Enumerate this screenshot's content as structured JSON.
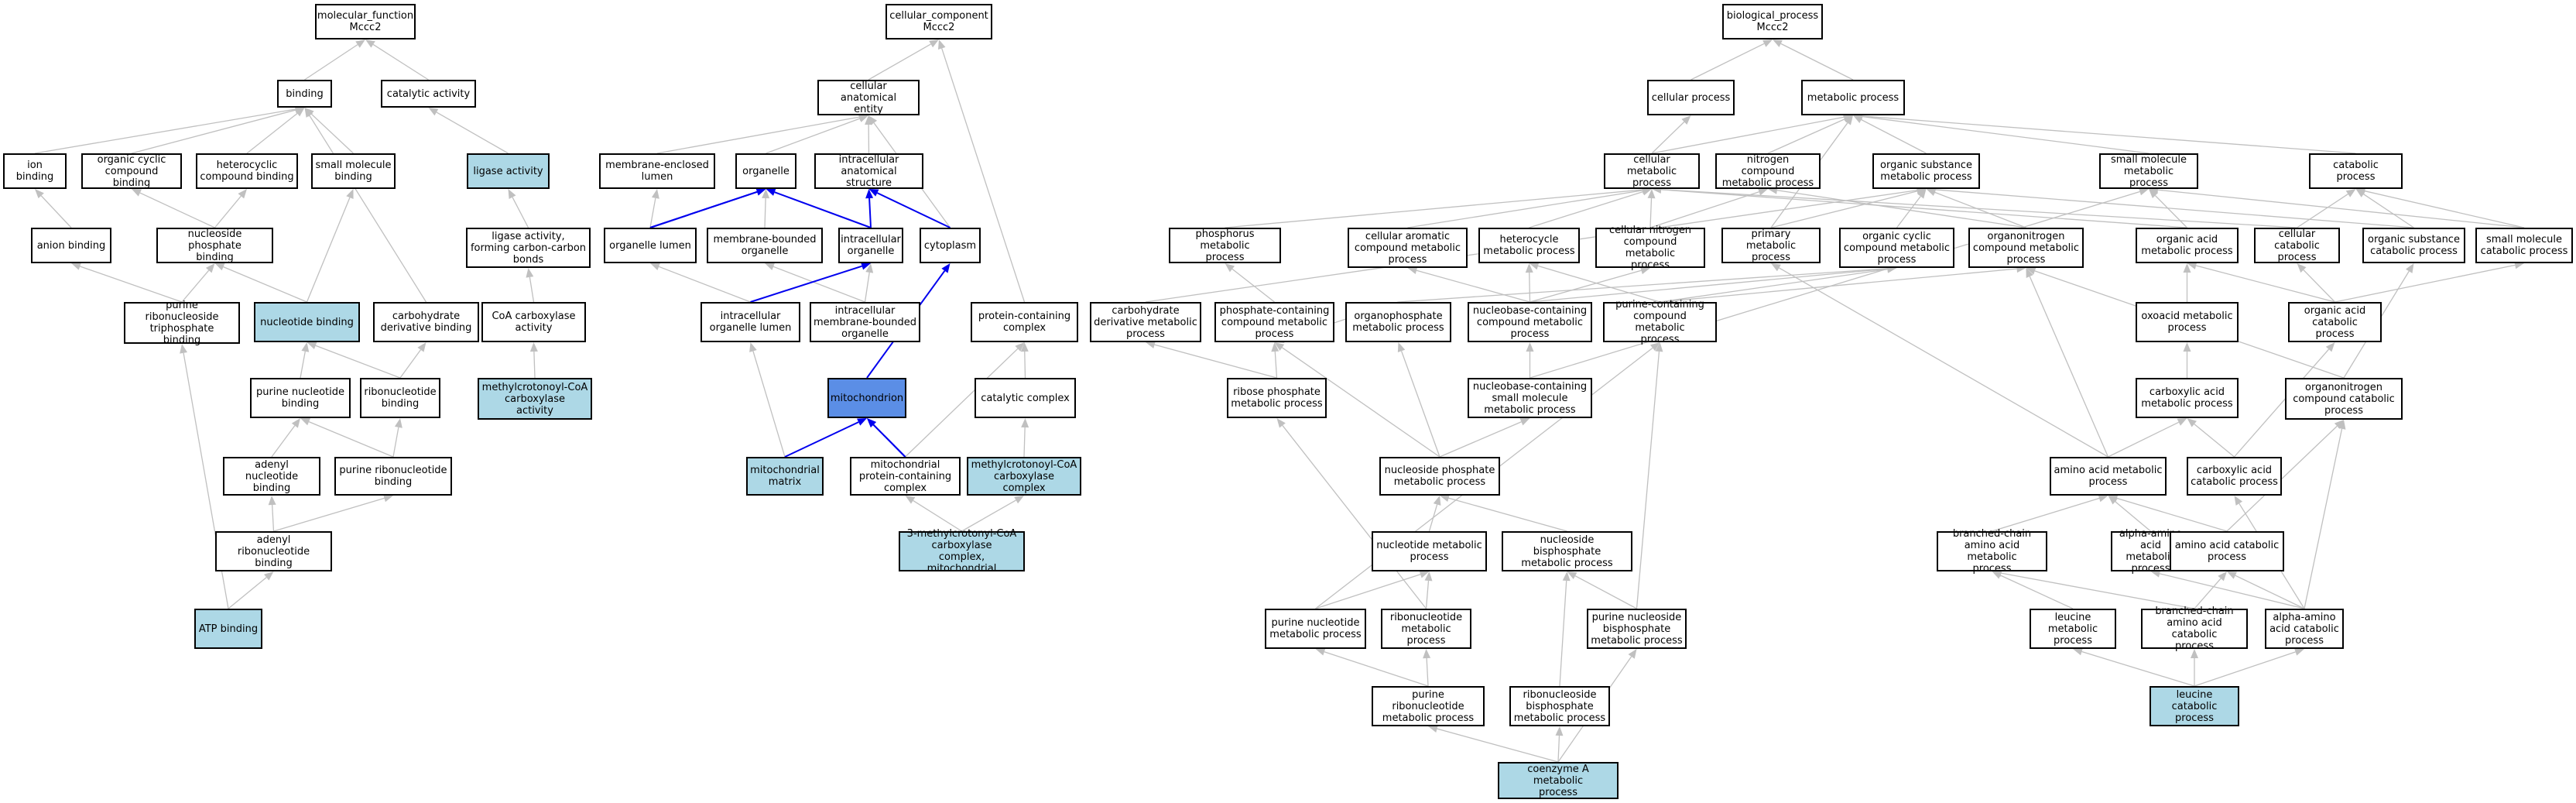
{
  "colors": {
    "node_fill": "#ffffff",
    "highlight_fill": "#add8e6",
    "focus_fill": "#5b8ee6",
    "edge_gray": "#c0c0c0",
    "edge_blue": "#0000ee"
  },
  "nodes": {
    "mf_root": "molecular_function\nMccc2",
    "binding": "binding",
    "catalytic": "catalytic activity",
    "ion": "ion binding",
    "ocyc": "organic cyclic\ncompound binding",
    "hetcyc": "heterocyclic\ncompound binding",
    "smallmol": "small molecule\nbinding",
    "ligase": "ligase activity",
    "anion": "anion binding",
    "nucphos": "nucleoside phosphate\nbinding",
    "ligasecc": "ligase activity,\nforming carbon-carbon\nbonds",
    "prtriph": "purine ribonucleoside\ntriphosphate\nbinding",
    "nucbind": "nucleotide binding",
    "carbobind": "carbohydrate\nderivative binding",
    "coacarb": "CoA carboxylase\nactivity",
    "purnuc": "purine nucleotide\nbinding",
    "ribonuc": "ribonucleotide\nbinding",
    "mccact": "methylcrotonoyl-CoA\ncarboxylase\nactivity",
    "adenylnuc": "adenyl nucleotide\nbinding",
    "purribo": "purine ribonucleotide\nbinding",
    "adenylribo": "adenyl ribonucleotide\nbinding",
    "atp": "ATP binding",
    "cc_root": "cellular_component\nMccc2",
    "cae": "cellular anatomical\nentity",
    "mel": "membrane-enclosed\nlumen",
    "organelle": "organelle",
    "ias": "intracellular\nanatomical structure",
    "orglumen": "organelle lumen",
    "mbo": "membrane-bounded\norganelle",
    "intorg": "intracellular\norganelle",
    "cytoplasm": "cytoplasm",
    "iol": "intracellular\norganelle lumen",
    "imbo": "intracellular\nmembrane-bounded\norganelle",
    "pcc": "protein-containing\ncomplex",
    "mito": "mitochondrion",
    "catcx": "catalytic complex",
    "mmatrix": "mitochondrial\nmatrix",
    "mpcc": "mitochondrial\nprotein-containing\ncomplex",
    "mcccx": "methylcrotonoyl-CoA\ncarboxylase\ncomplex",
    "mcccxm": "3-methylcrotonyl-CoA\ncarboxylase\ncomplex, mitochondrial",
    "bp_root": "biological_process\nMccc2",
    "cellproc": "cellular process",
    "metproc": "metabolic process",
    "cellmet": "cellular metabolic\nprocess",
    "nitmet": "nitrogen compound\nmetabolic process",
    "orgsub": "organic substance\nmetabolic process",
    "smallmet": "small molecule\nmetabolic process",
    "catproc": "catabolic process",
    "phosmet": "phosphorus metabolic\nprocess",
    "caromet": "cellular aromatic\ncompound metabolic\nprocess",
    "hetmet": "heterocycle\nmetabolic process",
    "cnitmet": "cellular nitrogen\ncompound metabolic\nprocess",
    "primet": "primary metabolic\nprocess",
    "ocycmet": "organic cyclic\ncompound metabolic\nprocess",
    "orgnitmet": "organonitrogen\ncompound metabolic\nprocess",
    "oacidmet": "organic acid\nmetabolic process",
    "cellcat": "cellular catabolic\nprocess",
    "orgsubcat": "organic substance\ncatabolic process",
    "smallcat": "small molecule\ncatabolic process",
    "carbomet": "carbohydrate\nderivative metabolic\nprocess",
    "phoscont": "phosphate-containing\ncompound metabolic\nprocess",
    "orgphos": "organophosphate\nmetabolic process",
    "nbcont": "nucleobase-containing\ncompound metabolic\nprocess",
    "purcont": "purine-containing\ncompound metabolic\nprocess",
    "oxoacid": "oxoacid metabolic\nprocess",
    "oacidcat": "organic acid\ncatabolic process",
    "ribophos": "ribose phosphate\nmetabolic process",
    "nbsmall": "nucleobase-containing\nsmall molecule\nmetabolic process",
    "carbacid": "carboxylic acid\nmetabolic process",
    "orgnitcat": "organonitrogen\ncompound catabolic\nprocess",
    "nucphosmet": "nucleoside phosphate\nmetabolic process",
    "aamet": "amino acid metabolic\nprocess",
    "carbcat": "carboxylic acid\ncatabolic process",
    "nucmet": "nucleotide metabolic\nprocess",
    "nucbisph": "nucleoside bisphosphate\nmetabolic process",
    "bcaamet": "branched-chain\namino acid metabolic\nprocess",
    "alphamet": "alpha-amino\nacid metabolic\nprocess",
    "aacat": "amino acid catabolic\nprocess",
    "purnucmet": "purine nucleotide\nmetabolic process",
    "ribonucmet": "ribonucleotide\nmetabolic process",
    "purnbis": "purine nucleoside\nbisphosphate\nmetabolic process",
    "leumet": "leucine metabolic\nprocess",
    "bcaacat": "branched-chain\namino acid catabolic\nprocess",
    "alphacat": "alpha-amino\nacid catabolic\nprocess",
    "purribomet": "purine ribonucleotide\nmetabolic process",
    "ribonbis": "ribonucleoside\nbisphosphate\nmetabolic process",
    "leucat": "leucine catabolic\nprocess",
    "coa": "coenzyme A metabolic\nprocess"
  }
}
